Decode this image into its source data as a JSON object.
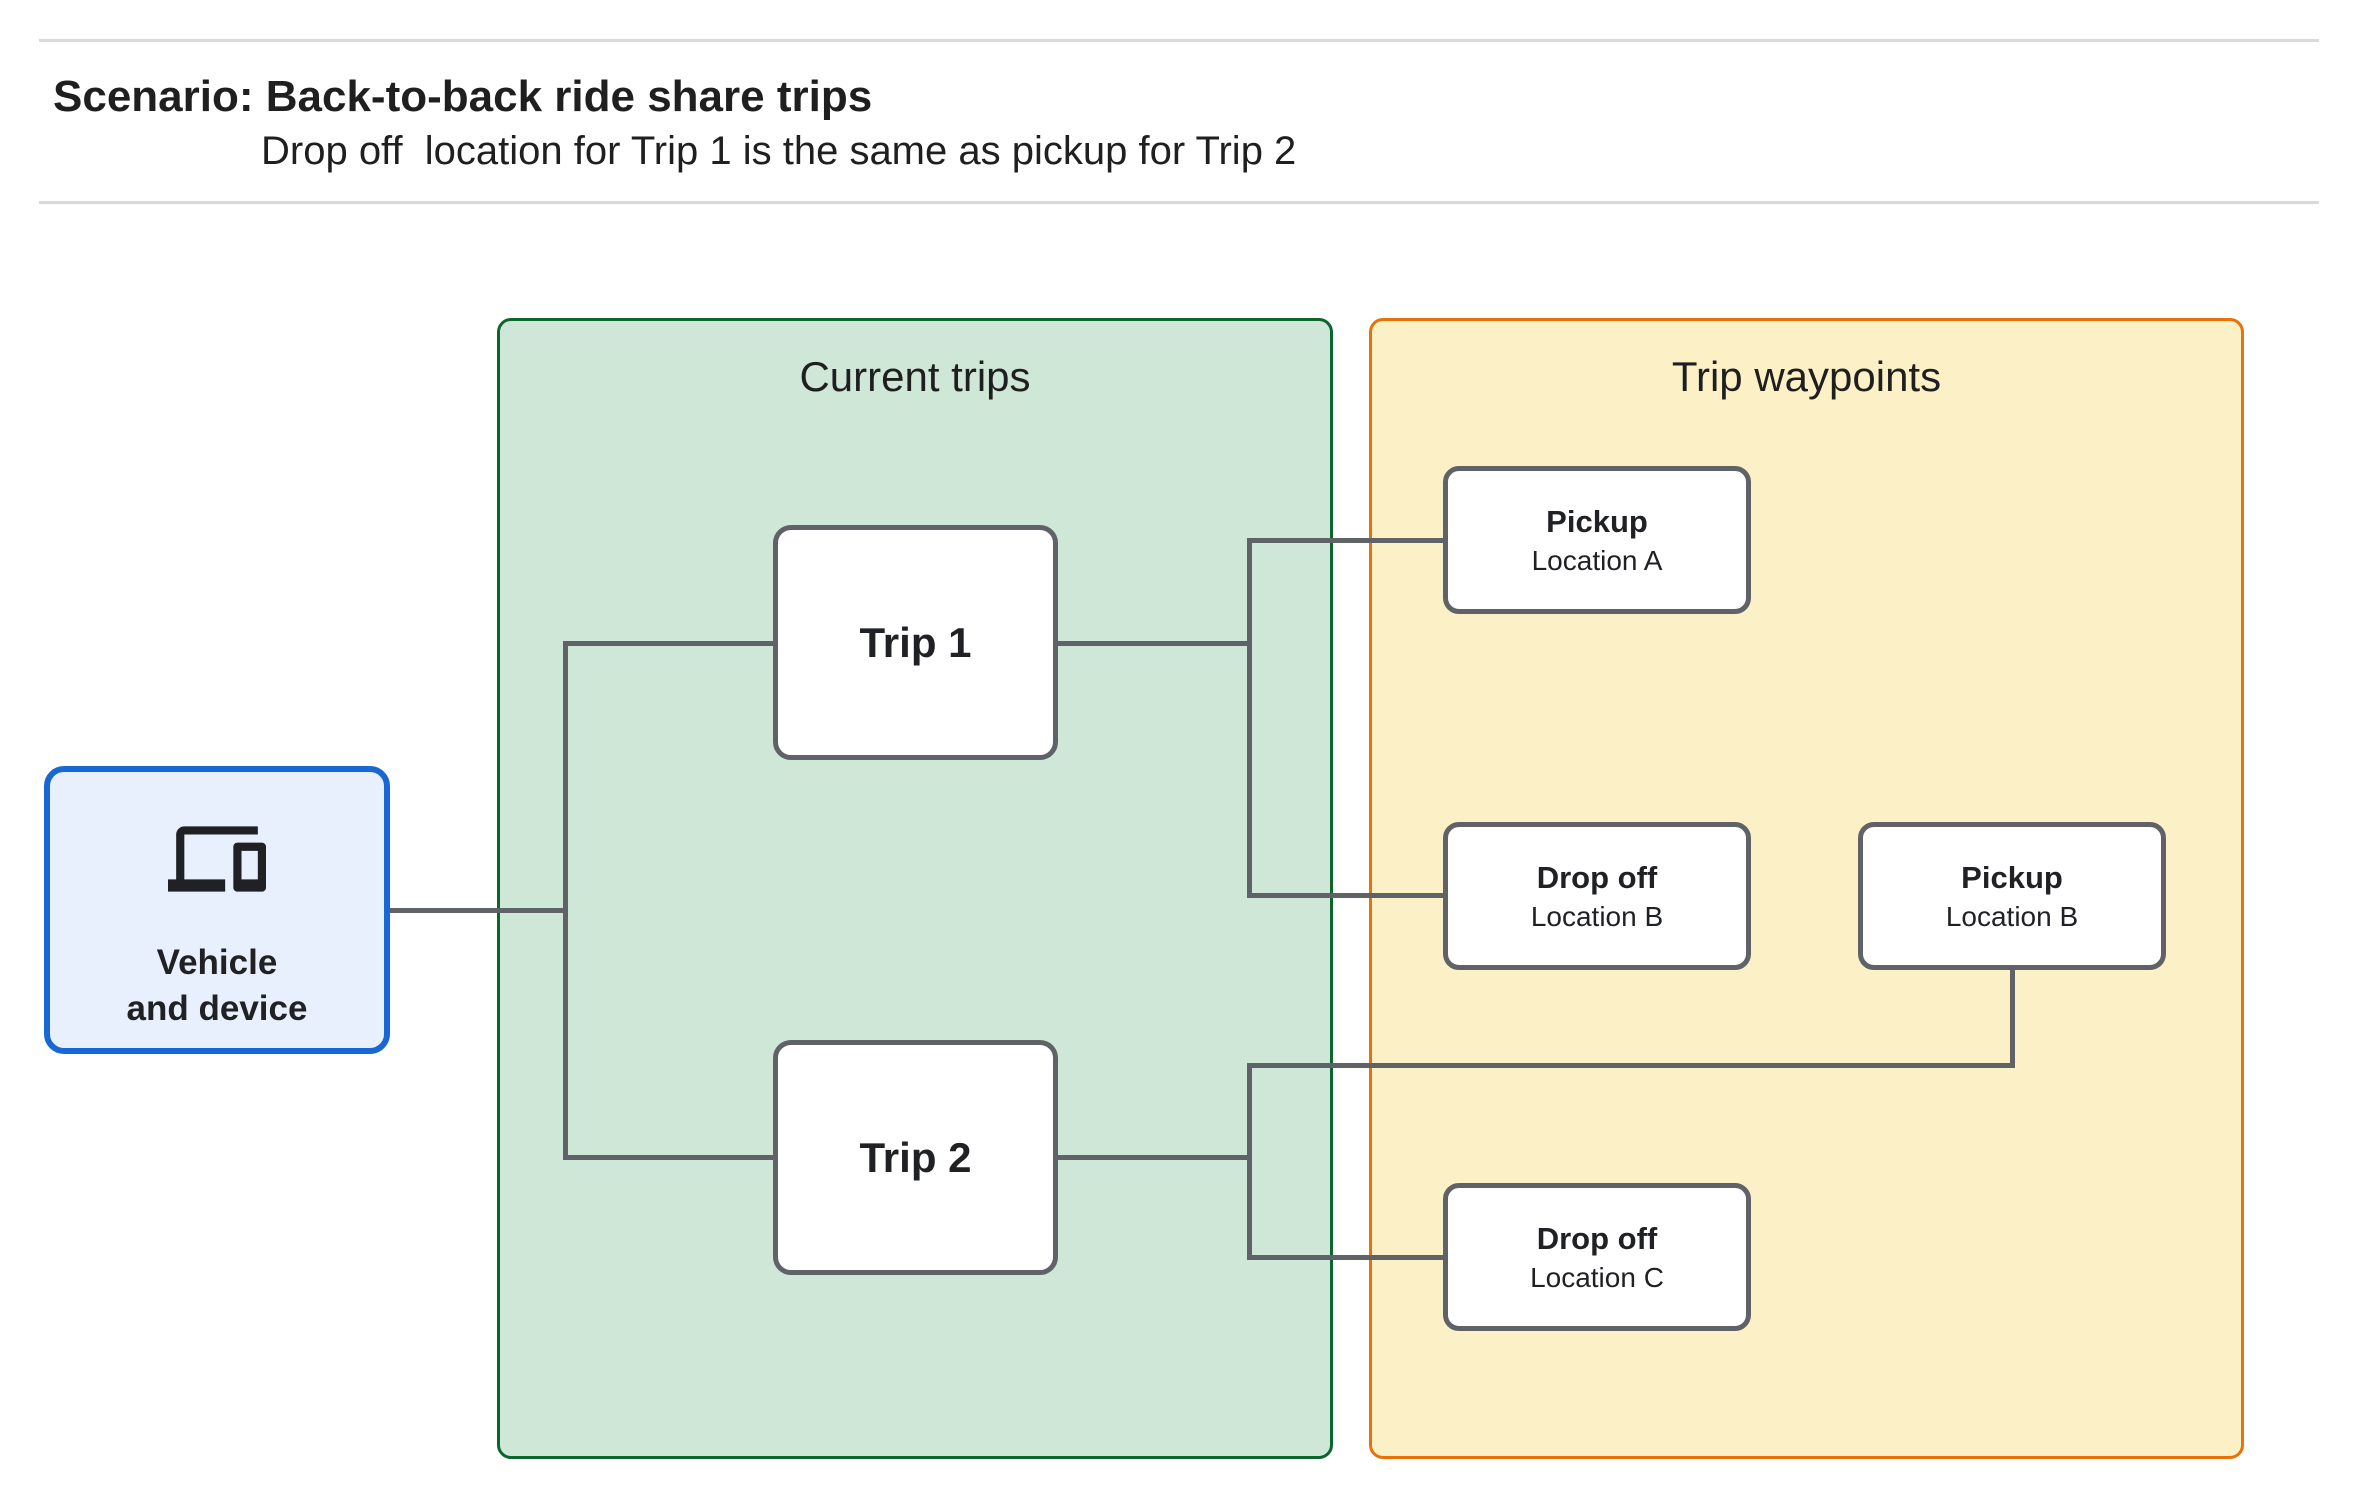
{
  "header": {
    "title": "Scenario: Back-to-back ride share trips",
    "subtitle": "Drop off  location for Trip 1 is the same as pickup for Trip 2"
  },
  "vehicle": {
    "icon": "devices-icon",
    "line1": "Vehicle",
    "line2": "and device"
  },
  "groups": {
    "current_trips": {
      "title": "Current trips"
    },
    "trip_waypoints": {
      "title": "Trip waypoints"
    }
  },
  "trips": [
    {
      "label": "Trip 1"
    },
    {
      "label": "Trip 2"
    }
  ],
  "waypoints": [
    {
      "title": "Pickup",
      "subtitle": "Location A"
    },
    {
      "title": "Drop off",
      "subtitle": "Location B"
    },
    {
      "title": "Pickup",
      "subtitle": "Location B"
    },
    {
      "title": "Drop off",
      "subtitle": "Location C"
    }
  ],
  "colors": {
    "green_fill": "#cfe7d6",
    "green_border": "#0d652d",
    "yellow_fill": "#fcf0c6",
    "orange_border": "#e8710a",
    "blue_fill": "#e8f0fe",
    "blue_border": "#1967d2",
    "connector_gray": "#5f6368",
    "text_dark": "#202124",
    "rule_gray": "#d9d9d9"
  }
}
